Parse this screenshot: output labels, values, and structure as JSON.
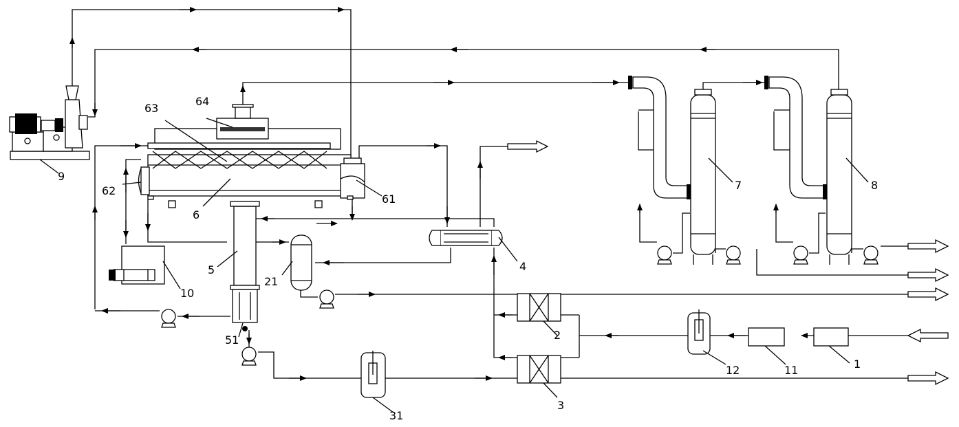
{
  "labels": {
    "l1": "1",
    "l2": "2",
    "l3": "3",
    "l4": "4",
    "l5": "5",
    "l6": "6",
    "l7": "7",
    "l8": "8",
    "l9": "9",
    "l10": "10",
    "l11": "11",
    "l12": "12",
    "l21": "21",
    "l31": "31",
    "l51": "51",
    "l61": "61",
    "l62": "62",
    "l63": "63",
    "l64": "64"
  }
}
